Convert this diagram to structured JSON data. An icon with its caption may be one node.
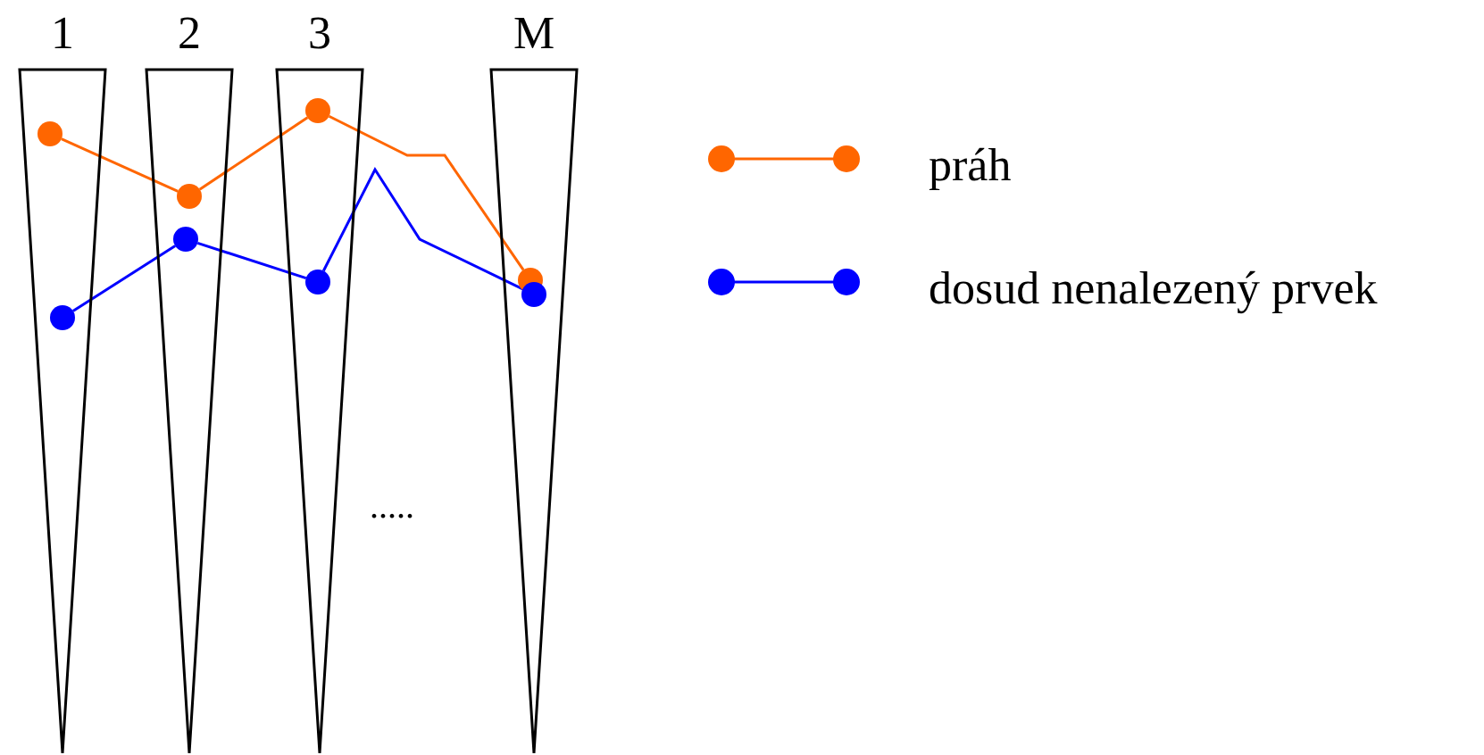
{
  "diagram": {
    "nodes": [
      {
        "text": [
          "1"
        ]
      },
      {
        "text": [
          "2"
        ]
      },
      {
        "text": [
          "3"
        ]
      },
      {
        "text": [
          "M"
        ]
      },
      {
        "text": [],
        "shape": "circle",
        "in": 0
      },
      {
        "text": [],
        "shape": "circle",
        "in": 1
      },
      {
        "text": [],
        "shape": "circle",
        "in": 2
      },
      {
        "text": [],
        "shape": "circle",
        "in": 3
      },
      {
        "text": [],
        "shape": "circle",
        "in": 0
      },
      {
        "text": [],
        "shape": "circle",
        "in": 1
      },
      {
        "text": [],
        "shape": "circle",
        "in": 2
      },
      {
        "text": [],
        "shape": "circle",
        "in": 3
      }
    ],
    "edges": [
      {
        "from": 4,
        "to": 5,
        "arrow": "none",
        "color": "#ff6600"
      },
      {
        "from": 5,
        "to": 6,
        "arrow": "none",
        "color": "#ff6600"
      },
      {
        "from": 6,
        "to": 7,
        "arrow": "none",
        "color": "#ff6600"
      },
      {
        "from": 8,
        "to": 9,
        "arrow": "none",
        "color": "#0000ff"
      },
      {
        "from": 9,
        "to": 10,
        "arrow": "none",
        "color": "#0000ff"
      },
      {
        "from": 10,
        "to": 11,
        "arrow": "none",
        "color": "#0000ff"
      }
    ],
    "labels": [
      "....."
    ],
    "legend": [
      {
        "text": "práh"
      },
      {
        "text": "dosud nenalezený prvek"
      }
    ]
  }
}
